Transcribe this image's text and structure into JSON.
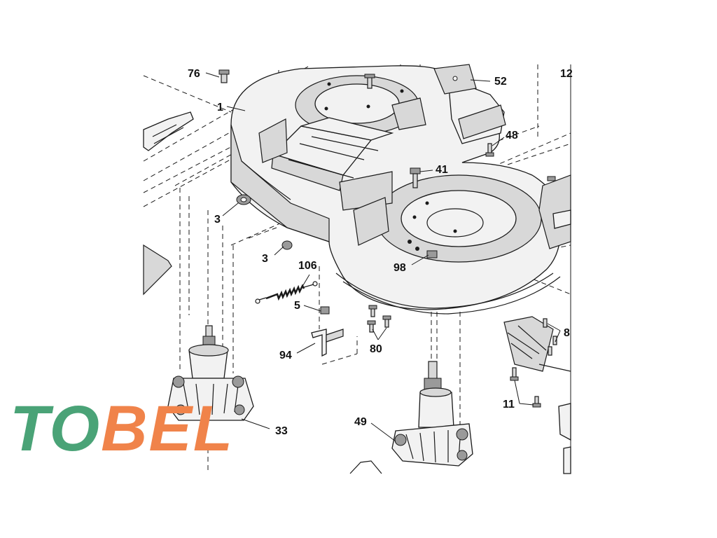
{
  "callouts": [
    {
      "id": "76",
      "text": "76"
    },
    {
      "id": "1",
      "text": "1"
    },
    {
      "id": "52",
      "text": "52"
    },
    {
      "id": "12",
      "text": "12"
    },
    {
      "id": "48",
      "text": "48"
    },
    {
      "id": "41",
      "text": "41"
    },
    {
      "id": "3a",
      "text": "3"
    },
    {
      "id": "3b",
      "text": "3"
    },
    {
      "id": "106",
      "text": "106"
    },
    {
      "id": "98",
      "text": "98"
    },
    {
      "id": "5",
      "text": "5"
    },
    {
      "id": "94",
      "text": "94"
    },
    {
      "id": "80",
      "text": "80"
    },
    {
      "id": "33",
      "text": "33"
    },
    {
      "id": "49",
      "text": "49"
    },
    {
      "id": "11",
      "text": "11"
    },
    {
      "id": "8",
      "text": "8"
    }
  ],
  "watermark": {
    "part1": "TO",
    "part2": "BEL",
    "color1": "#4aa377",
    "color2": "#f0834a"
  },
  "colors": {
    "line": "#1a1a1a",
    "deck_fill": "#f2f2f2",
    "shade": "#d8d8d8",
    "dark": "#9a9a9a"
  }
}
